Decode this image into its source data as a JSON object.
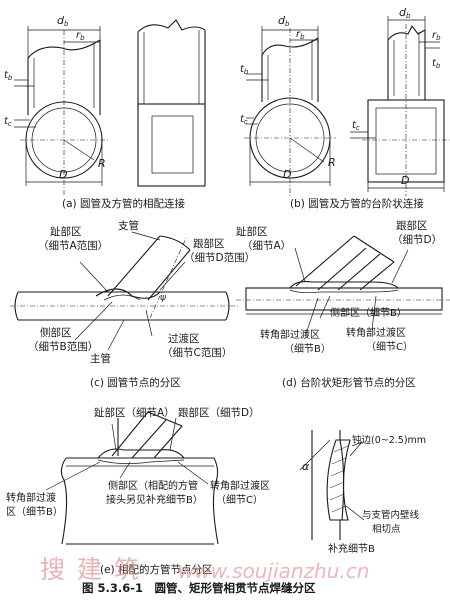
{
  "figure": {
    "caption": "图 5.3.6-1　圆管、矩形管相贯节点焊缝分区",
    "panels": {
      "a": {
        "caption": "(a) 圆管及方管的相配连接"
      },
      "b": {
        "caption": "(b)  圆管及方管的台阶状连接"
      },
      "c": {
        "caption": "(c) 圆管节点的分区"
      },
      "d": {
        "caption": "(d) 台阶状矩形管节点的分区"
      },
      "e": {
        "caption": "(e) 相配的方管节点分区"
      }
    },
    "dims": {
      "db": "d",
      "db_sub": "b",
      "rb": "r",
      "rb_sub": "b",
      "tb": "t",
      "tb_sub": "b",
      "tc": "t",
      "tc_sub": "c",
      "D": "D",
      "R": "R"
    },
    "labels_c": {
      "toe": "趾部区",
      "toe_sub": "（细节A范围）",
      "branch": "支管",
      "heel": "跟部区",
      "heel_sub": "（细节D范围）",
      "side": "侧部区",
      "side_sub": "（细节B范围）",
      "transition": "过渡区",
      "transition_sub": "（细节C范围）",
      "main": "主管"
    },
    "labels_d": {
      "toe": "趾部区",
      "toe_sub": "（细节A）",
      "heel": "跟部区",
      "heel_sub": "（细节D）",
      "side": "侧部区（细节B）",
      "corner_left": "转角部过渡区",
      "corner_left_sub": "（细节B）",
      "corner_right": "转角部过渡区",
      "corner_right_sub": "（细节C）"
    },
    "labels_e": {
      "toe": "趾部区（细节A）",
      "heel": "跟部区（细节D）",
      "corner_left": "转角部过渡",
      "corner_left_sub": "区（细节B）",
      "side": "侧部区（相配的方管",
      "side_sub": "接头另见补充细节B）",
      "corner_right": "转角部过渡区",
      "corner_right_sub": "（细节C）"
    },
    "labels_detail": {
      "blunt": "钝边(0~2.5)mm",
      "alpha": "α",
      "inner": "与支管内壁线",
      "inner_sub": "相切点",
      "supplement": "补充细节B"
    },
    "watermark": {
      "cn": "搜 建 筑",
      "url": "www.soujianzhu.cn"
    }
  }
}
